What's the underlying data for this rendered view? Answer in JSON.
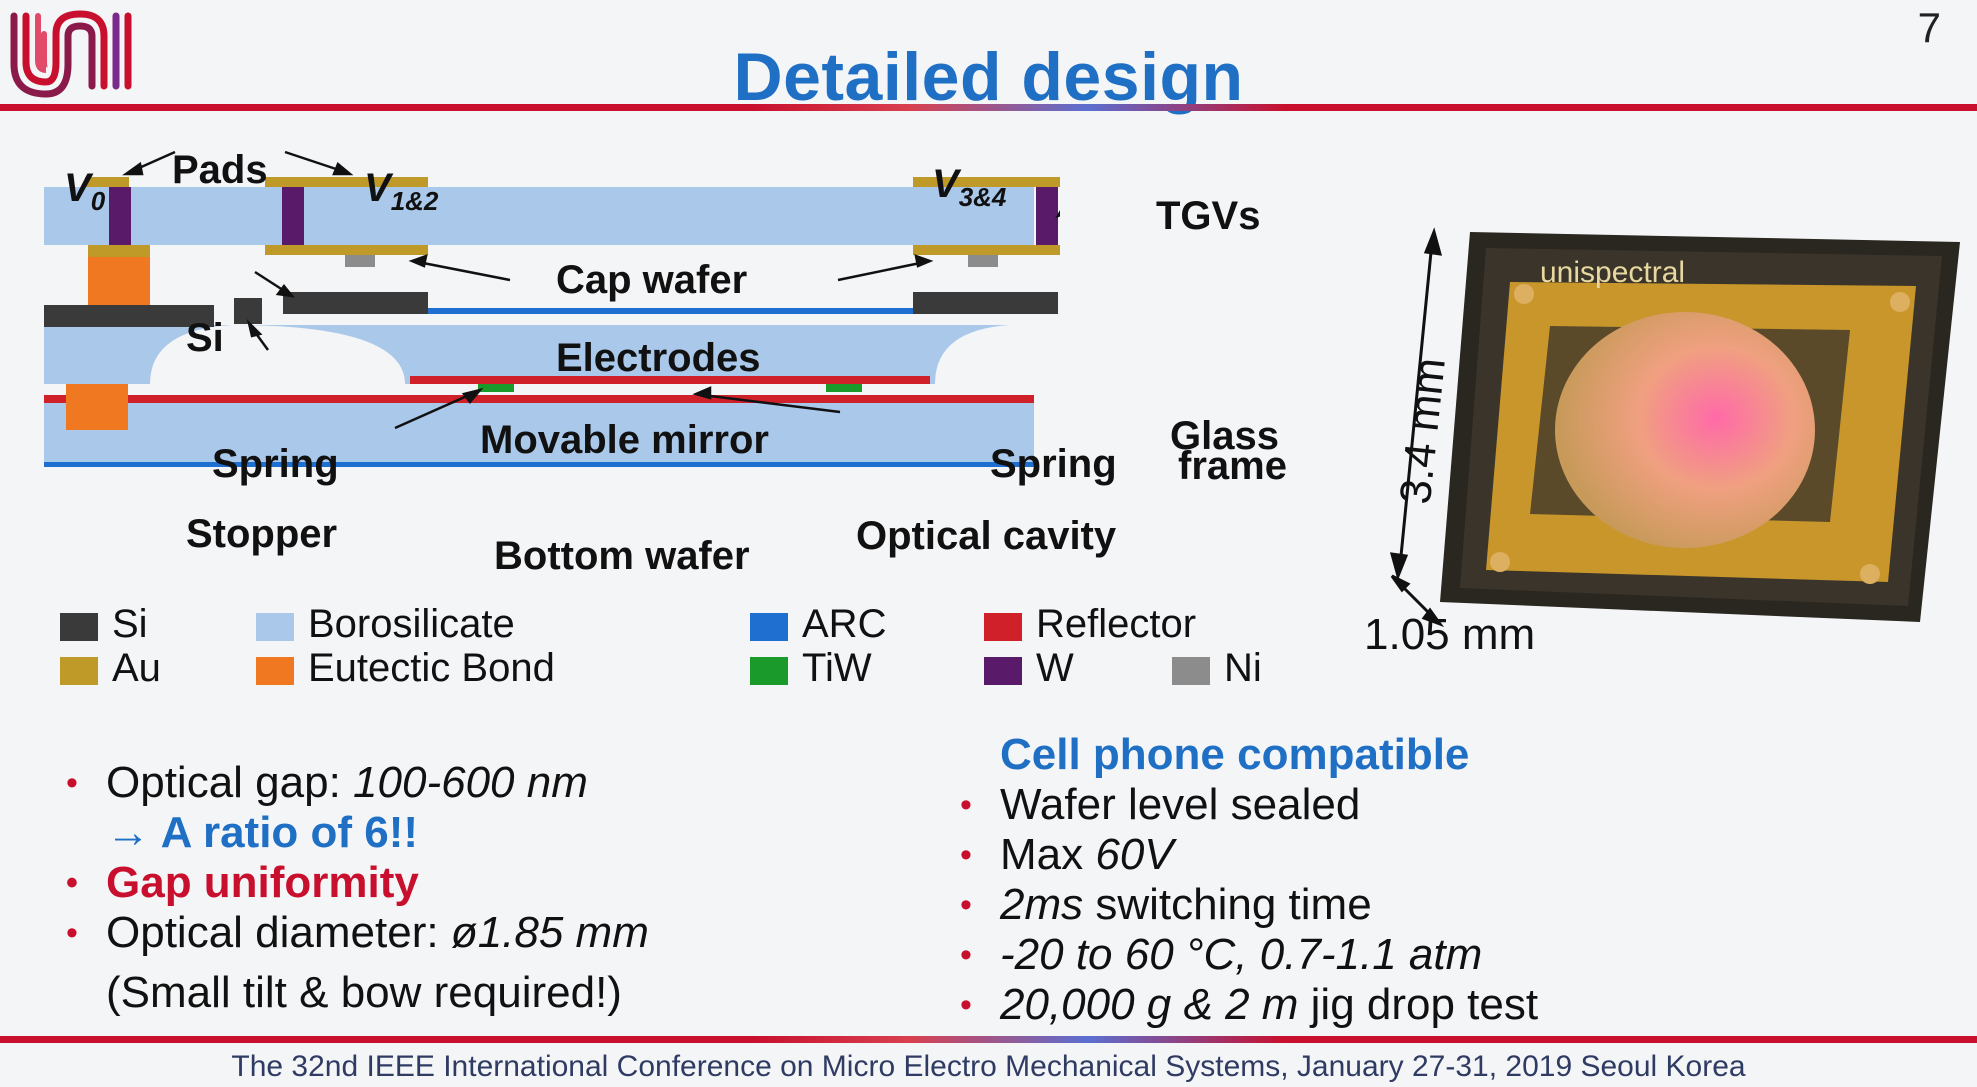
{
  "slide": {
    "title": "Detailed design",
    "number": "7",
    "footer": "The 32nd IEEE International Conference on Micro Electro Mechanical Systems, January 27-31, 2019 Seoul Korea"
  },
  "diagram": {
    "v0_main": "V",
    "v0_sub": "0",
    "pads": "Pads",
    "v12_main": "V",
    "v12_sub": "1&2",
    "v34_main": "V",
    "v34_sub": "3&4",
    "tgvs": "TGVs",
    "cap_wafer": "Cap wafer",
    "si": "Si",
    "electrodes": "Electrodes",
    "movable_mirror": "Movable mirror",
    "spring_left": "Spring",
    "spring_right": "Spring",
    "glass": "Glass",
    "frame": "frame",
    "stopper": "Stopper",
    "bottom_wafer": "Bottom wafer",
    "optical_cavity": "Optical cavity"
  },
  "legend": [
    {
      "label": "Si",
      "color": "#3a3a3a"
    },
    {
      "label": "Borosilicate",
      "color": "#a9c8ea"
    },
    {
      "label": "ARC",
      "color": "#1f6fd0"
    },
    {
      "label": "Reflector",
      "color": "#d0202a"
    },
    {
      "label": "Au",
      "color": "#c09a28"
    },
    {
      "label": "Eutectic Bond",
      "color": "#f07820"
    },
    {
      "label": "TiW",
      "color": "#1a9a2a"
    },
    {
      "label": "W",
      "color": "#5a1a6a"
    },
    {
      "label": "Ni",
      "color": "#8c8c8c"
    }
  ],
  "photo": {
    "height_label": "3.4 mm",
    "width_label": "1.05 mm",
    "chip_text": "unispectral"
  },
  "left_bullets": {
    "gap_label": "Optical gap: ",
    "gap_value": "100-600 nm",
    "ratio": "→ A ratio of 6!!",
    "uniformity": "Gap uniformity",
    "diameter_label": "Optical diameter: ",
    "diameter_value": "ø1.85 mm",
    "tilt_note": "(Small tilt & bow required!)"
  },
  "right_bullets": {
    "heading": "Cell phone compatible",
    "sealed": "Wafer level sealed",
    "max_label": "Max ",
    "max_value": "60V",
    "switch_value": "2ms",
    "switch_label": " switching time",
    "env_value": "-20 to 60 °C, 0.7-1.1 atm",
    "drop_value": "20,000 g & 2 m",
    "drop_label": " jig drop test"
  },
  "colors": {
    "title_blue": "#1f6fc4",
    "accent_red": "#c8102e",
    "borosilicate": "#a9c8ea",
    "gold": "#c09a28",
    "eutectic": "#f07820",
    "silicon": "#3a3a3a",
    "tungsten": "#5a1a6a"
  }
}
